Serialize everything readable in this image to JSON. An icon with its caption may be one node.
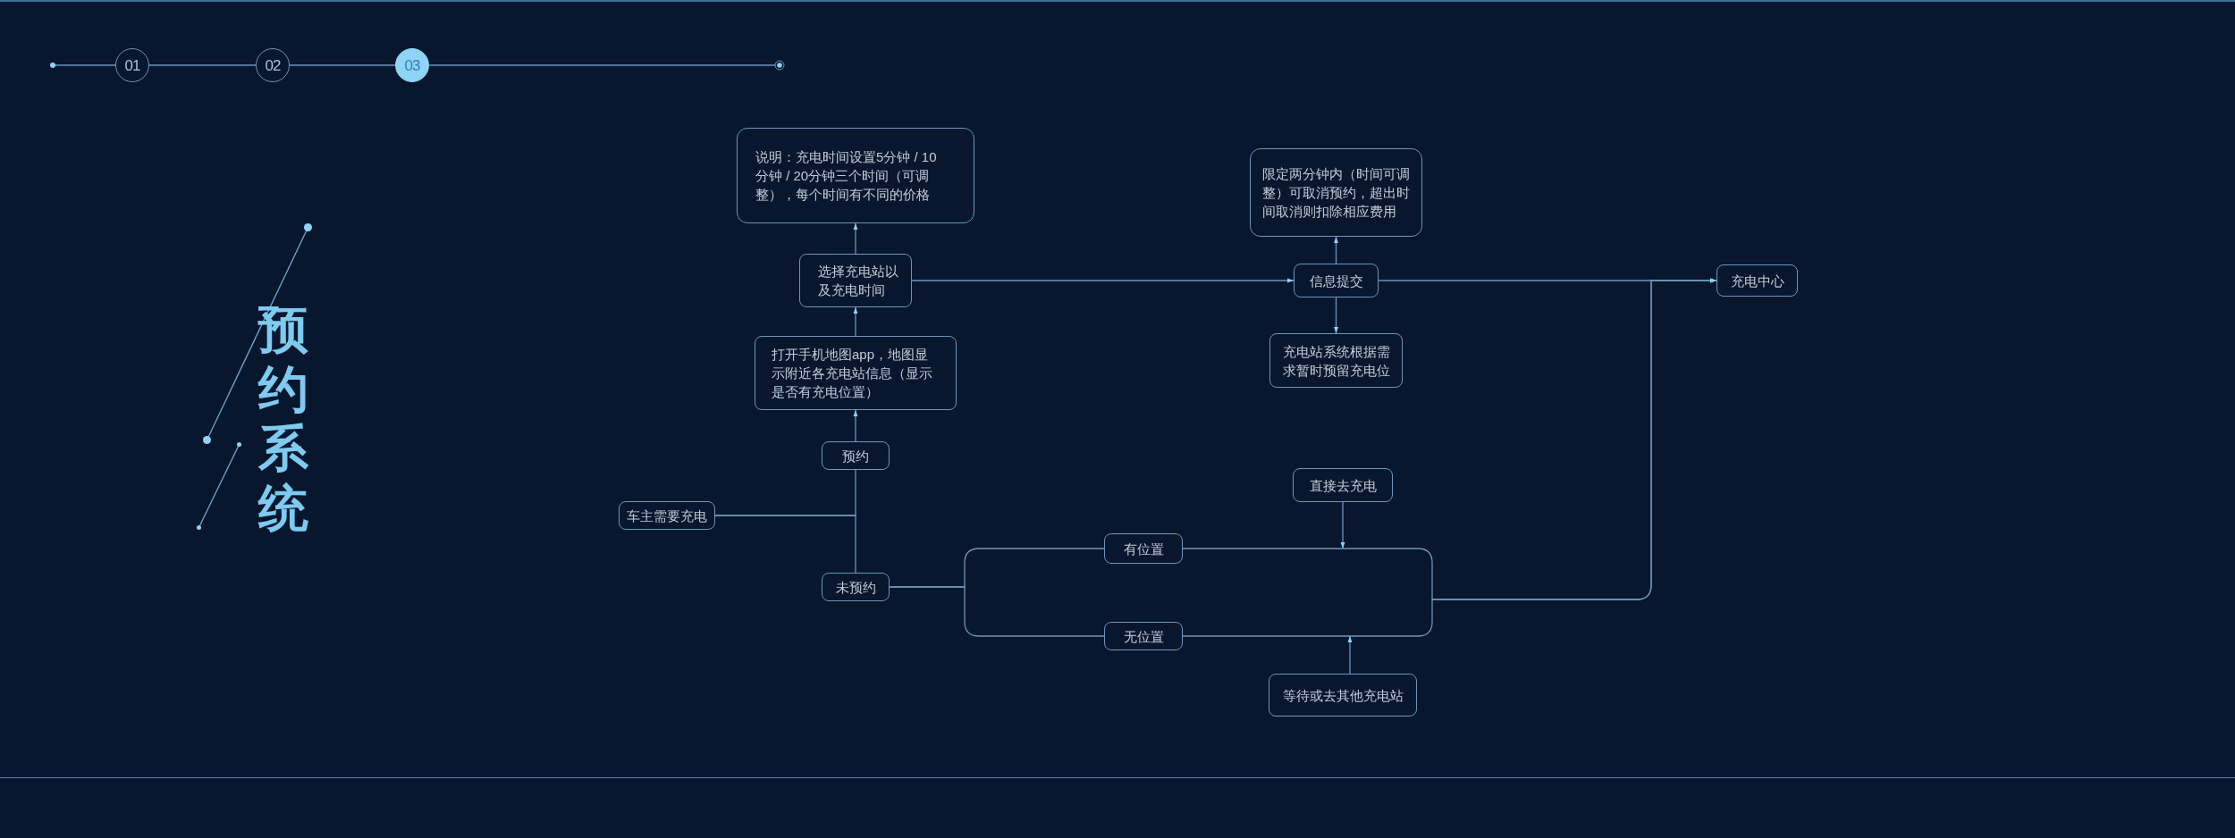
{
  "diagram": {
    "title": "预约系统",
    "nodes": [
      {
        "text": [
          "01"
        ]
      },
      {
        "text": [
          "02"
        ]
      },
      {
        "text": [
          "03"
        ]
      },
      {
        "text": [
          "说明：充电时间设置5分钟 / 10分钟 / 20分钟三个时间（可调整），每个时间有不同的价格"
        ]
      },
      {
        "text": [
          "限定两分钟内（时间可调整）可取消预约，超出时间取消则扣除相应费用"
        ]
      },
      {
        "text": [
          "选择充电站以及充电时间"
        ]
      },
      {
        "text": [
          "信息提交"
        ]
      },
      {
        "text": [
          "充电中心"
        ]
      },
      {
        "text": [
          "充电站系统根据需求暂时预留充电位"
        ]
      },
      {
        "text": [
          "打开手机地图app，地图显示附近各充电站信息（显示是否有充电位置）"
        ]
      },
      {
        "text": [
          "预约"
        ]
      },
      {
        "text": [
          "直接去充电"
        ]
      },
      {
        "text": [
          "车主需要充电"
        ]
      },
      {
        "text": [
          "有位置"
        ]
      },
      {
        "text": [
          "未预约"
        ]
      },
      {
        "text": [
          "无位置"
        ]
      },
      {
        "text": [
          "等待或去其他充电站"
        ]
      }
    ],
    "edges": [
      {
        "from": null,
        "to": 0,
        "arrow": "other"
      },
      {
        "from": 0,
        "to": 1,
        "arrow": "none"
      },
      {
        "from": 1,
        "to": 2,
        "arrow": "none"
      },
      {
        "from": 2,
        "to": null,
        "arrow": "other"
      },
      {
        "from": 12,
        "to": 10,
        "arrow": "none"
      },
      {
        "from": 12,
        "to": 14,
        "arrow": "none"
      },
      {
        "from": 10,
        "to": 9,
        "arrow": "to"
      },
      {
        "from": 9,
        "to": 5,
        "arrow": "to"
      },
      {
        "from": 5,
        "to": 3,
        "arrow": "to"
      },
      {
        "from": 5,
        "to": 6,
        "arrow": "to"
      },
      {
        "from": 6,
        "to": 4,
        "arrow": "to"
      },
      {
        "from": 6,
        "to": 8,
        "arrow": "to"
      },
      {
        "from": 6,
        "to": 7,
        "arrow": "to"
      },
      {
        "from": 14,
        "to": 13,
        "arrow": "none"
      },
      {
        "from": 14,
        "to": 15,
        "arrow": "none"
      },
      {
        "from": 13,
        "to": 7,
        "arrow": "to"
      },
      {
        "from": 15,
        "to": 7,
        "arrow": "to"
      },
      {
        "from": 11,
        "to": null,
        "arrow": "to"
      },
      {
        "from": 16,
        "to": null,
        "arrow": "to"
      }
    ]
  }
}
